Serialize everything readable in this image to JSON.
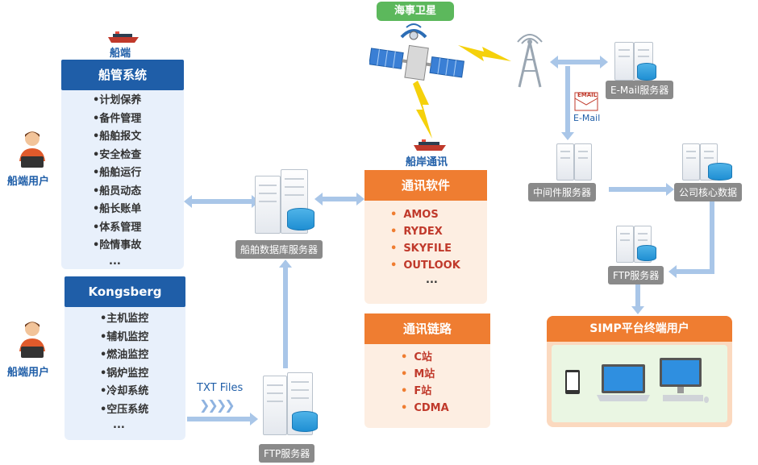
{
  "ship_top": {
    "label": "船端"
  },
  "ship_mgmt": {
    "title": "船管系统",
    "items": [
      "•计划保养",
      "•备件管理",
      "•船舶报文",
      "•安全检查",
      "•船舶运行",
      "•船员动态",
      "•船长账单",
      "•体系管理",
      "•险情事故",
      "..."
    ]
  },
  "kongsberg": {
    "title": "Kongsberg",
    "items": [
      "•主机监控",
      "•辅机监控",
      "•燃油监控",
      "•锅炉监控",
      "•冷却系统",
      "•空压系统",
      "..."
    ]
  },
  "users": {
    "ship_user_1": "船端用户",
    "ship_user_2": "船端用户"
  },
  "servers": {
    "ship_db": "船舶数据库服务器",
    "ftp_bottom": "FTP服务器",
    "email": "E-Mail服务器",
    "middleware": "中间件服务器",
    "core_data": "公司核心数据",
    "ftp_right": "FTP服务器"
  },
  "txt_files": "TXT Files",
  "satellite": {
    "label": "海事卫星"
  },
  "ship_shore": {
    "label": "船岸通讯"
  },
  "comm_software": {
    "title": "通讯软件",
    "items": [
      "AMOS",
      "RYDEX",
      "SKYFILE",
      "OUTLOOK"
    ],
    "more": "..."
  },
  "comm_link": {
    "title": "通讯链路",
    "items": [
      "C站",
      "M站",
      "F站",
      "CDMA"
    ]
  },
  "email_icon": {
    "tag": "EMAIL",
    "label": "E-Mail"
  },
  "simp": {
    "title": "SIMP平台终端用户"
  },
  "colors": {
    "navy": "#1f5ea8",
    "orange": "#ef7d31",
    "green": "#5cb85c",
    "arrow": "#a9c6e8"
  }
}
